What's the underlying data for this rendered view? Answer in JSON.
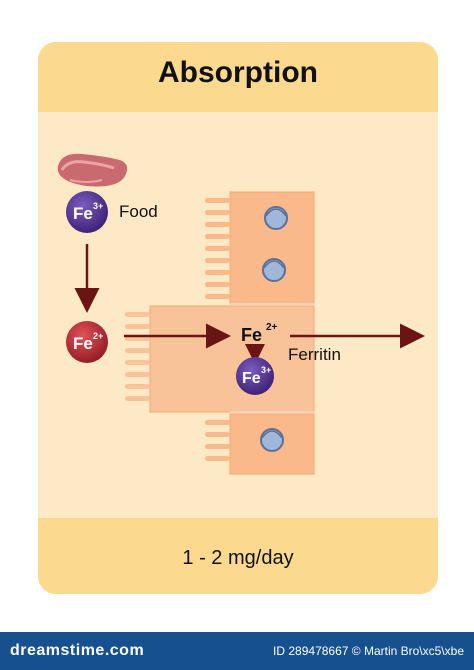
{
  "title": "Absorption",
  "rate": "1 - 2 mg/day",
  "labels": {
    "food": "Food",
    "ferritin": "Ferritin"
  },
  "ions": {
    "fe": "Fe",
    "fe3": "3+",
    "fe2": "2+"
  },
  "colors": {
    "band": "#fbd98f",
    "card": "#fde9c6",
    "cell": "#f9b98a",
    "arrow": "#6b1414",
    "fe3": "#4a2a86",
    "fe2": "#b3242c"
  },
  "footer": {
    "brand": "dreamstime.com",
    "credit": "ID 289478667 © Martin Bro\\xc5\\xbe"
  }
}
